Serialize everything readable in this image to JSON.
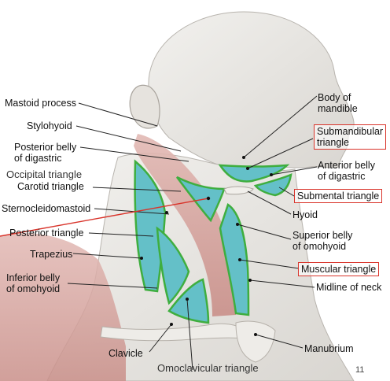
{
  "labels": {
    "mastoid_process": "Mastoid process",
    "stylohyoid": "Stylohyoid",
    "posterior_belly_digastric_1": "Posterior belly",
    "posterior_belly_digastric_2": "of digastric",
    "occipital_triangle": "Occipital triangle",
    "carotid_triangle": "Carotid triangle",
    "sternocleidomastoid": "Sternocleidomastoid",
    "posterior_triangle": "Posterior triangle",
    "trapezius": "Trapezius",
    "inferior_belly_omohyoid_1": "Inferior belly",
    "inferior_belly_omohyoid_2": "of omohyoid",
    "clavicle": "Clavicle",
    "omoclavicular_triangle": "Omoclavicular triangle",
    "body_of_mandible_1": "Body of",
    "body_of_mandible_2": "mandible",
    "submandibular_triangle_1": "Submandibular",
    "submandibular_triangle_2": "triangle",
    "anterior_belly_digastric_1": "Anterior belly",
    "anterior_belly_digastric_2": "of digastric",
    "submental_triangle": "Submental triangle",
    "hyoid": "Hyoid",
    "superior_belly_omohyoid_1": "Superior belly",
    "superior_belly_omohyoid_2": "of omohyoid",
    "muscular_triangle": "Muscular triangle",
    "midline_of_neck": "Midline of neck",
    "manubrium": "Manubrium"
  },
  "page_number": "11",
  "colors": {
    "triangle_fill": "#64c0c8",
    "triangle_outline": "#3fae3f",
    "muscle": "#d9a9a4",
    "skin": "#e8e6e2",
    "highlight_box": "#d9342b",
    "pointer_line": "#d9342b"
  }
}
